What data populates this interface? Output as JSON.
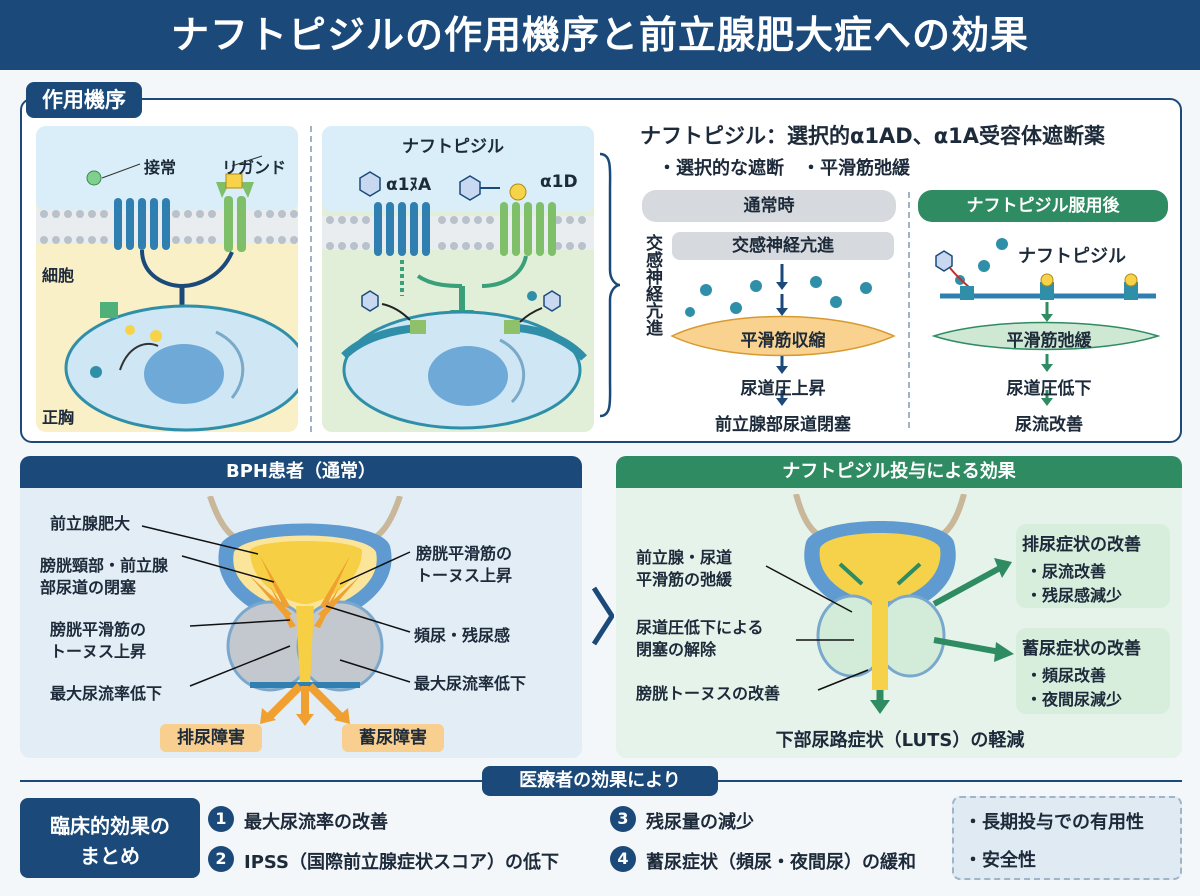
{
  "title": "ナフトピジルの作用機序と前立腺肥大症への効果",
  "mechanism": {
    "section_label": "作用機序",
    "panel1": {
      "label_contact": "接常",
      "label_ligand": "リガンド",
      "label_cell": "細胞",
      "label_bottom": "正胸"
    },
    "panel2": {
      "drug": "ナフトピジル",
      "alpha_left": "α1ﾇA",
      "alpha_right": "α1D"
    },
    "heading": "ナフトピジル：選択的α1AD、α1A受容体遮断薬",
    "bullets": "・選択的な遮断　・平滑筋弛緩",
    "normal": {
      "header": "通常時",
      "sympathetic": "交感神経亢進",
      "vertical": "交感神経亢進",
      "smooth": "平滑筋収縮",
      "pressure": "尿道圧上昇",
      "occlusion": "前立腺部尿道閉塞"
    },
    "after": {
      "header": "ナフトピジル服用後",
      "drug": "ナフトピジル",
      "smooth": "平滑筋弛緩",
      "pressure": "尿道圧低下",
      "flow": "尿流改善"
    }
  },
  "bph": {
    "header": "BPH患者（通常）",
    "labels": {
      "enlargement": "前立腺肥大",
      "neck_l1": "膀胱頸部・前立腺",
      "neck_l2": "部尿道の閉塞",
      "tone_l1": "膀胱平滑筋の",
      "tone_l2": "トーヌス上昇",
      "max_flow_left": "最大尿流率低下",
      "tone_r1": "膀胱平滑筋の",
      "tone_r2": "トーヌス上昇",
      "frequency": "頻尿・残尿感",
      "max_flow_right": "最大尿流率低下"
    },
    "tag_voiding": "排尿障害",
    "tag_storage": "蓄尿障害"
  },
  "effect": {
    "header": "ナフトピジル投与による効果",
    "labels": {
      "relax_l1": "前立腺・尿道",
      "relax_l2": "平滑筋の弛緩",
      "release_l1": "尿道圧低下による",
      "release_l2": "閉塞の解除",
      "tone": "膀胱トーヌスの改善"
    },
    "voiding_box": {
      "title": "排尿症状の改善",
      "item1": "・尿流改善",
      "item2": "・残尿感減少"
    },
    "storage_box": {
      "title": "蓄尿症状の改善",
      "item1": "・頻尿改善",
      "item2": "・夜間尿減少"
    },
    "footer": "下部尿路症状（LUTS）の軽減"
  },
  "summary": {
    "banner": "医療者の効果により",
    "label_l1": "臨床的効果の",
    "label_l2": "まとめ",
    "items": [
      {
        "num": "1",
        "text": "最大尿流率の改善"
      },
      {
        "num": "2",
        "text": "IPSS（国際前立腺症状スコア）の低下"
      },
      {
        "num": "3",
        "text": "残尿量の減少"
      },
      {
        "num": "4",
        "text": "蓄尿症状（頻尿・夜間尿）の緩和"
      }
    ],
    "side1": "・長期投与での有用性",
    "side2": "・安全性"
  },
  "colors": {
    "navy": "#1b4a7a",
    "green": "#2e8b62",
    "orange": "#f0a030",
    "yellow": "#f7d34a",
    "teal": "#2f8fa8"
  }
}
